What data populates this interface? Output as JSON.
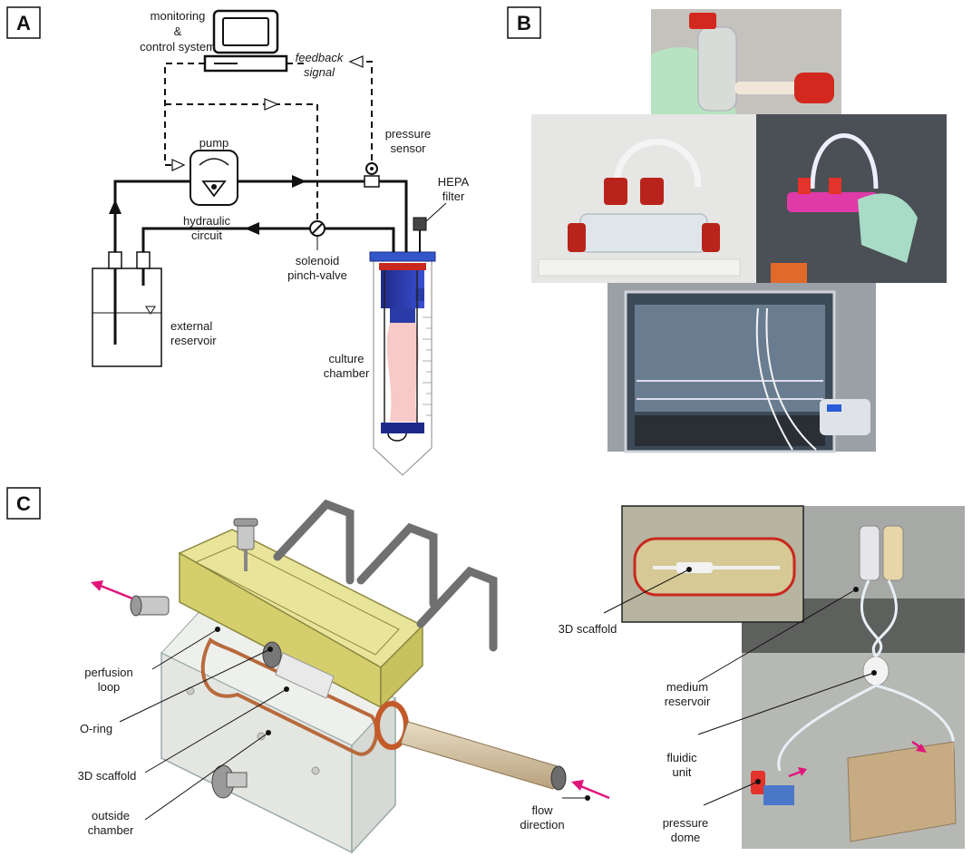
{
  "panels": {
    "a": {
      "letter": "A",
      "labels": {
        "monitoring_1": "monitoring",
        "monitoring_2": "&",
        "monitoring_3": "control system",
        "feedback_1": "feedback",
        "feedback_2": "signal",
        "pump": "pump",
        "pressure_1": "pressure",
        "pressure_2": "sensor",
        "hepa_1": "HEPA",
        "hepa_2": "filter",
        "hydraulic_1": "hydraulic",
        "hydraulic_2": "circuit",
        "solenoid_1": "solenoid",
        "solenoid_2": "pinch-valve",
        "reservoir_1": "external",
        "reservoir_2": "reservoir",
        "culture_1": "culture",
        "culture_2": "chamber"
      }
    },
    "b": {
      "letter": "B"
    },
    "c": {
      "letter": "C",
      "labels": {
        "perfusion_1": "perfusion",
        "perfusion_2": "loop",
        "oring": "O-ring",
        "scaffold": "3D scaffold",
        "outside_1": "outside",
        "outside_2": "chamber",
        "flow_1": "flow",
        "flow_2": "direction",
        "scaffold_photo": "3D scaffold",
        "medium_1": "medium",
        "medium_2": "reservoir",
        "fluidic_1": "fluidic",
        "fluidic_2": "unit",
        "dome_1": "pressure",
        "dome_2": "dome"
      }
    }
  }
}
